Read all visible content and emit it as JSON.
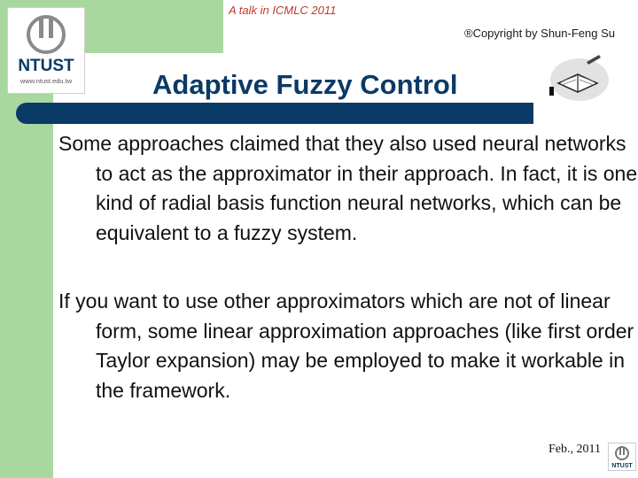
{
  "header": {
    "talk_label": "A talk in ICMLC 2011",
    "copyright": "®Copyright by Shun-Feng Su"
  },
  "logo": {
    "name": "NTUST",
    "url": "www.ntust.edu.tw",
    "small_name": "NTUST"
  },
  "slide": {
    "title": "Adaptive Fuzzy Control",
    "bullets": [
      "Some approaches claimed that they also used neural networks to act as the approximator in their approach. In fact, it is one kind of radial basis function neural networks, which can be equivalent to a fuzzy system.",
      "If you want to use other approximators which are not of linear form, some linear approximation approaches (like first order Taylor expansion) may be employed to make it workable in the framework."
    ]
  },
  "footer": {
    "date": "Feb., 2011"
  },
  "colors": {
    "band": "#a8d8a0",
    "title": "#0a3a66",
    "talk": "#c0392b"
  },
  "icons": [
    "ntust-logo-icon",
    "book-icon",
    "ntust-small-logo-icon"
  ]
}
